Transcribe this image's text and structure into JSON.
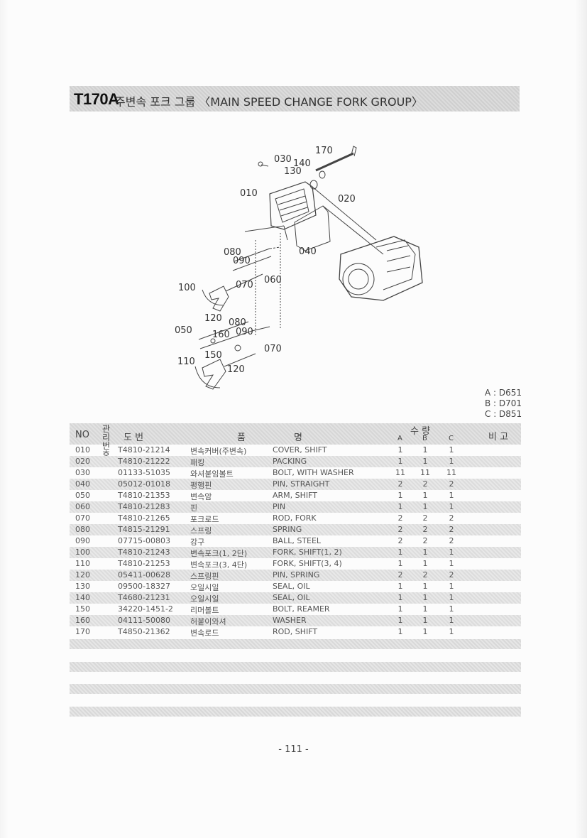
{
  "header": {
    "code": "T170A",
    "title": "주변속 포크 그룹 〈MAIN SPEED CHANGE FORK GROUP〉"
  },
  "models": [
    "A : D651",
    "B : D701",
    "C : D851"
  ],
  "table": {
    "headers": {
      "no": "NO",
      "mgmt": "관리번호",
      "part": "도    번",
      "name1": "품",
      "name2": "명",
      "qty": "수    량",
      "a": "A",
      "b": "B",
      "c": "C",
      "remark": "비 고"
    },
    "rows": [
      {
        "no": "010",
        "part": "T4810-21214",
        "kr": "변속커버(주변속)",
        "en": "COVER, SHIFT",
        "a": "1",
        "b": "1",
        "c": "1"
      },
      {
        "no": "020",
        "part": "T4810-21222",
        "kr": "패킹",
        "en": "PACKING",
        "a": "1",
        "b": "1",
        "c": "1"
      },
      {
        "no": "030",
        "part": "01133-51035",
        "kr": "와셔붙임볼트",
        "en": "BOLT, WITH WASHER",
        "a": "11",
        "b": "11",
        "c": "11"
      },
      {
        "no": "040",
        "part": "05012-01018",
        "kr": "평행핀",
        "en": "PIN, STRAIGHT",
        "a": "2",
        "b": "2",
        "c": "2"
      },
      {
        "no": "050",
        "part": "T4810-21353",
        "kr": "변속암",
        "en": "ARM, SHIFT",
        "a": "1",
        "b": "1",
        "c": "1"
      },
      {
        "no": "060",
        "part": "T4810-21283",
        "kr": "핀",
        "en": "PIN",
        "a": "1",
        "b": "1",
        "c": "1"
      },
      {
        "no": "070",
        "part": "T4810-21265",
        "kr": "포크로드",
        "en": "ROD, FORK",
        "a": "2",
        "b": "2",
        "c": "2"
      },
      {
        "no": "080",
        "part": "T4815-21291",
        "kr": "스프링",
        "en": "SPRING",
        "a": "2",
        "b": "2",
        "c": "2"
      },
      {
        "no": "090",
        "part": "07715-00803",
        "kr": "강구",
        "en": "BALL, STEEL",
        "a": "2",
        "b": "2",
        "c": "2"
      },
      {
        "no": "100",
        "part": "T4810-21243",
        "kr": "변속포크(1, 2단)",
        "en": "FORK, SHIFT(1, 2)",
        "a": "1",
        "b": "1",
        "c": "1"
      },
      {
        "no": "110",
        "part": "T4810-21253",
        "kr": "변속포크(3, 4단)",
        "en": "FORK, SHIFT(3, 4)",
        "a": "1",
        "b": "1",
        "c": "1"
      },
      {
        "no": "120",
        "part": "05411-00628",
        "kr": "스프링핀",
        "en": "PIN, SPRING",
        "a": "2",
        "b": "2",
        "c": "2"
      },
      {
        "no": "130",
        "part": "09500-18327",
        "kr": "오일시일",
        "en": "SEAL, OIL",
        "a": "1",
        "b": "1",
        "c": "1"
      },
      {
        "no": "140",
        "part": "T4680-21231",
        "kr": "오일시일",
        "en": "SEAL, OIL",
        "a": "1",
        "b": "1",
        "c": "1"
      },
      {
        "no": "150",
        "part": "34220-1451-2",
        "kr": "리머볼트",
        "en": "BOLT, REAMER",
        "a": "1",
        "b": "1",
        "c": "1"
      },
      {
        "no": "160",
        "part": "04111-50080",
        "kr": "허붙이와셔",
        "en": "WASHER",
        "a": "1",
        "b": "1",
        "c": "1"
      },
      {
        "no": "170",
        "part": "T4850-21362",
        "kr": "변속로드",
        "en": "ROD, SHIFT",
        "a": "1",
        "b": "1",
        "c": "1"
      }
    ]
  },
  "diagram": {
    "callouts": [
      "170",
      "030",
      "140",
      "130",
      "010",
      "020",
      "080",
      "090",
      "040",
      "070",
      "060",
      "100",
      "120",
      "080",
      "050",
      "160",
      "090",
      "070",
      "150",
      "110",
      "120"
    ]
  },
  "page_number": "- 111 -"
}
